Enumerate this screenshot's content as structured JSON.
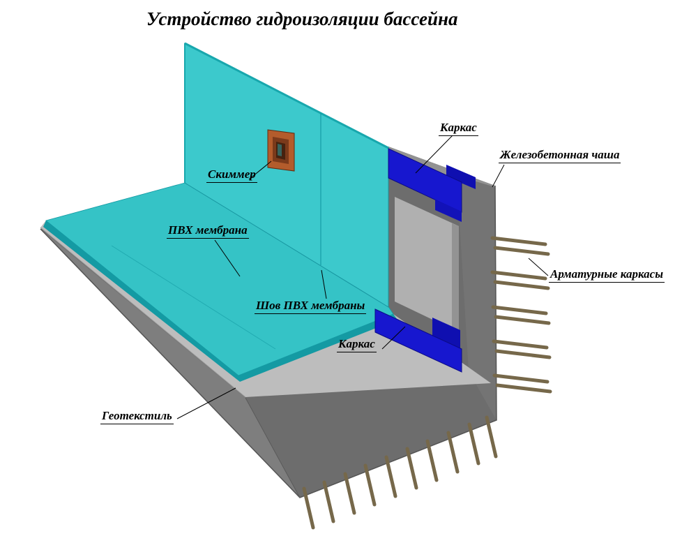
{
  "title": "Устройство гидроизоляции бассейна",
  "labels": {
    "skimmer": "Скиммер",
    "frame_top": "Каркас",
    "concrete_bowl": "Железобетонная чаша",
    "pvc_membrane": "ПВХ мембрана",
    "pvc_seam": "Шов ПВХ мембраны",
    "rebar_cages": "Арматурные каркасы",
    "frame_bottom": "Каркас",
    "geotextile": "Геотекстиль"
  },
  "colors": {
    "pvc_wall": "#3cc9cc",
    "pvc_floor": "#35c3c6",
    "pvc_dark": "#149aa3",
    "frame_blue": "#1717cf",
    "frame_blue_dark": "#0f0fb0",
    "concrete": "#6d6d6d",
    "concrete_light": "#7e7e7e",
    "concrete_top": "#929292",
    "concrete_right": "#747474",
    "geotextile": "#bdbdbd",
    "inner_panel": "#b0b0b0",
    "inner_panel_shade": "#939393",
    "rebar": "#76684a",
    "skimmer_body": "#b35c2c",
    "skimmer_mid": "#7b3a1b",
    "skimmer_inner": "#46220f",
    "background": "#ffffff"
  }
}
